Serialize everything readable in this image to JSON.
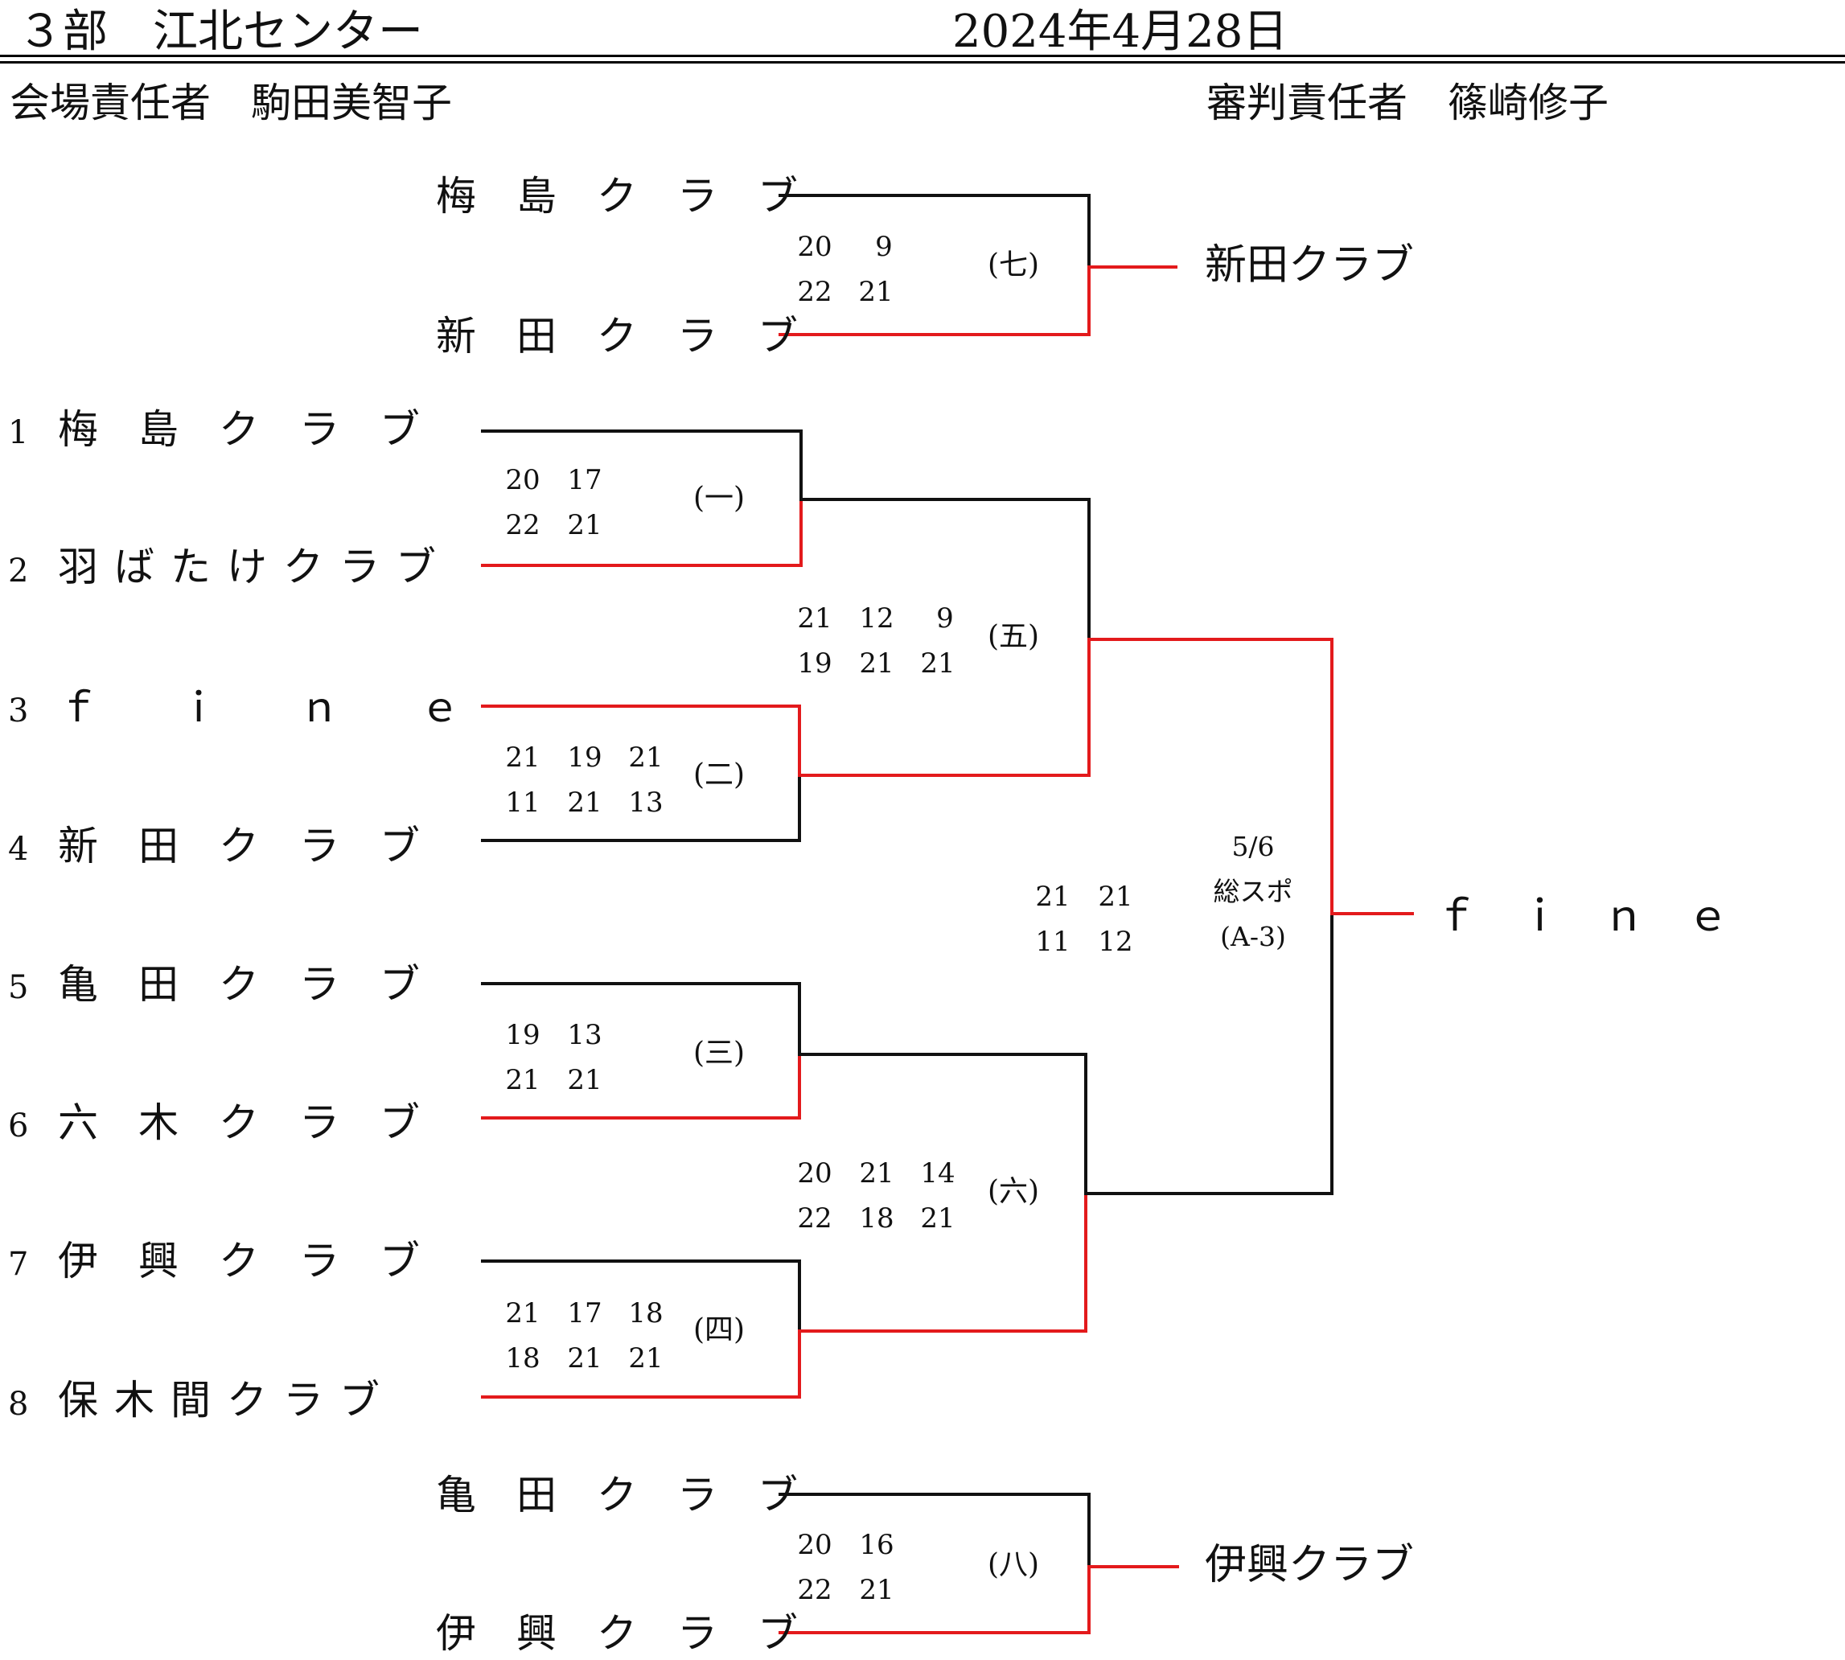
{
  "header": {
    "division": "３部　江北センター",
    "date": "2024年4月28日",
    "venue_manager": "会場責任者　駒田美智子",
    "referee_manager": "審判責任者　篠崎修子"
  },
  "main": {
    "teams": [
      {
        "seed": "1",
        "name": "梅　島　ク　ラ　ブ"
      },
      {
        "seed": "2",
        "name": "羽ばたけクラブ"
      },
      {
        "seed": "3",
        "name": "ｆ　　ｉ　　ｎ　　ｅ"
      },
      {
        "seed": "4",
        "name": "新　田　ク　ラ　ブ"
      },
      {
        "seed": "5",
        "name": "亀　田　ク　ラ　ブ"
      },
      {
        "seed": "6",
        "name": "六　木　ク　ラ　ブ"
      },
      {
        "seed": "7",
        "name": "伊　興　ク　ラ　ブ"
      },
      {
        "seed": "8",
        "name": "保木間クラブ"
      }
    ],
    "rounds": {
      "r1": [
        {
          "label": "(一)",
          "top": [
            "20",
            "17"
          ],
          "bottom": [
            "22",
            "21"
          ]
        },
        {
          "label": "(二)",
          "top": [
            "21",
            "19",
            "21"
          ],
          "bottom": [
            "11",
            "21",
            "13"
          ]
        },
        {
          "label": "(三)",
          "top": [
            "19",
            "13"
          ],
          "bottom": [
            "21",
            "21"
          ]
        },
        {
          "label": "(四)",
          "top": [
            "21",
            "17",
            "18"
          ],
          "bottom": [
            "18",
            "21",
            "21"
          ]
        }
      ],
      "r2": [
        {
          "label": "(五)",
          "top": [
            "21",
            "12",
            "9"
          ],
          "bottom": [
            "19",
            "21",
            "21"
          ]
        },
        {
          "label": "(六)",
          "top": [
            "20",
            "21",
            "14"
          ],
          "bottom": [
            "22",
            "18",
            "21"
          ]
        }
      ],
      "final": {
        "top": [
          "21",
          "21"
        ],
        "bottom": [
          "11",
          "12"
        ],
        "date": "5/6",
        "place": "総スポ",
        "court": "(A-3)",
        "winner": "ｆ ｉ ｎ ｅ"
      }
    },
    "placement_top": {
      "label": "(七)",
      "team_top": "梅　島　ク　ラ　ブ",
      "team_bottom": "新　田　ク　ラ　ブ",
      "top": [
        "20",
        "9"
      ],
      "bottom": [
        "22",
        "21"
      ],
      "winner": "新田クラブ"
    },
    "placement_bottom": {
      "label": "(八)",
      "team_top": "亀　田　ク　ラ　ブ",
      "team_bottom": "伊　興　ク　ラ　ブ",
      "top": [
        "20",
        "16"
      ],
      "bottom": [
        "22",
        "21"
      ],
      "winner": "伊興クラブ"
    }
  },
  "colors": {
    "line": "#111111",
    "win": "#e31a1c",
    "text": "#111111"
  }
}
